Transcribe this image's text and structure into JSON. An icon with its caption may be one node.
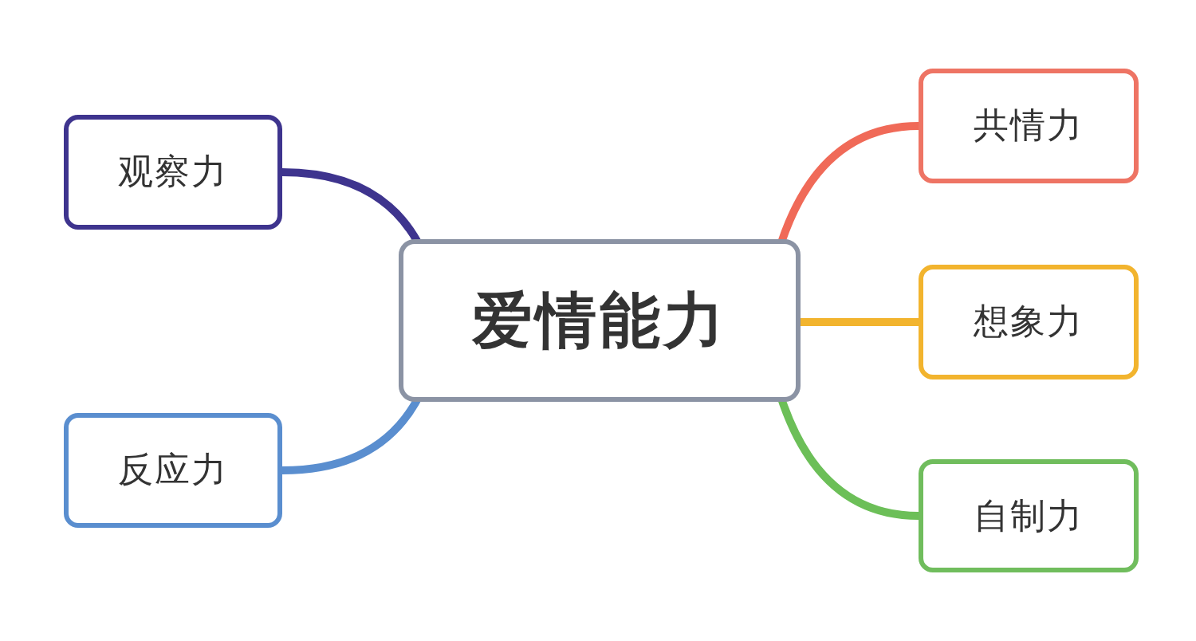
{
  "diagram": {
    "nodes": [
      {
        "text": [
          "爱情能力"
        ]
      },
      {
        "text": [
          "观察力"
        ]
      },
      {
        "text": [
          "反应力"
        ]
      },
      {
        "text": [
          "共情力"
        ]
      },
      {
        "text": [
          "想象力"
        ]
      },
      {
        "text": [
          "自制力"
        ]
      }
    ],
    "edges": [
      {
        "from": 0,
        "to": 1,
        "arrow": "none",
        "color": "#3e348e"
      },
      {
        "from": 0,
        "to": 2,
        "arrow": "none",
        "color": "#5a8ecf"
      },
      {
        "from": 0,
        "to": 3,
        "arrow": "none",
        "color": "#f06a58"
      },
      {
        "from": 0,
        "to": 4,
        "arrow": "none",
        "color": "#f2b42e"
      },
      {
        "from": 0,
        "to": 5,
        "arrow": "none",
        "color": "#6cbf58"
      }
    ]
  }
}
